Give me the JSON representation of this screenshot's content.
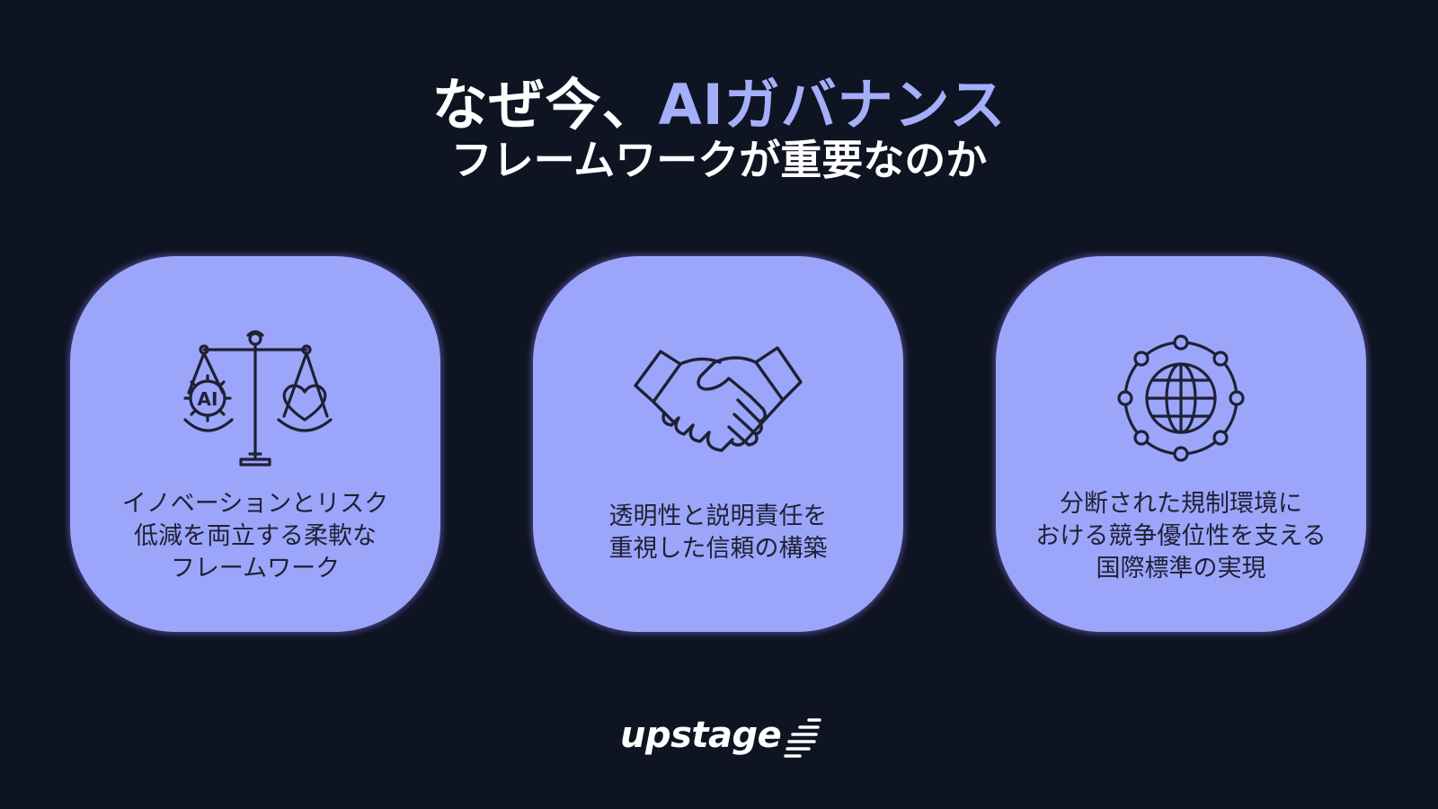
{
  "title": {
    "prefix": "なぜ今、",
    "accent": "AIガバナンス",
    "line2": "フレームワークが重要なのか"
  },
  "cards": [
    {
      "icon": "balance-scale-ai-heart-icon",
      "lines": [
        "イノベーションとリスク",
        "低減を両立する柔軟な",
        "フレームワーク"
      ]
    },
    {
      "icon": "handshake-icon",
      "lines": [
        "透明性と説明責任を",
        "重視した信頼の構築"
      ]
    },
    {
      "icon": "globe-network-icon",
      "lines": [
        "分断された規制環境に",
        "おける競争優位性を支える",
        "国際標準の実現"
      ]
    }
  ],
  "logo": {
    "text": "upstage",
    "icon": "upstage-logo-icon"
  },
  "colors": {
    "background": "#0f1423",
    "card": "#9ba6fb",
    "accent": "#a5aef9",
    "icon_stroke": "#1f2034"
  }
}
